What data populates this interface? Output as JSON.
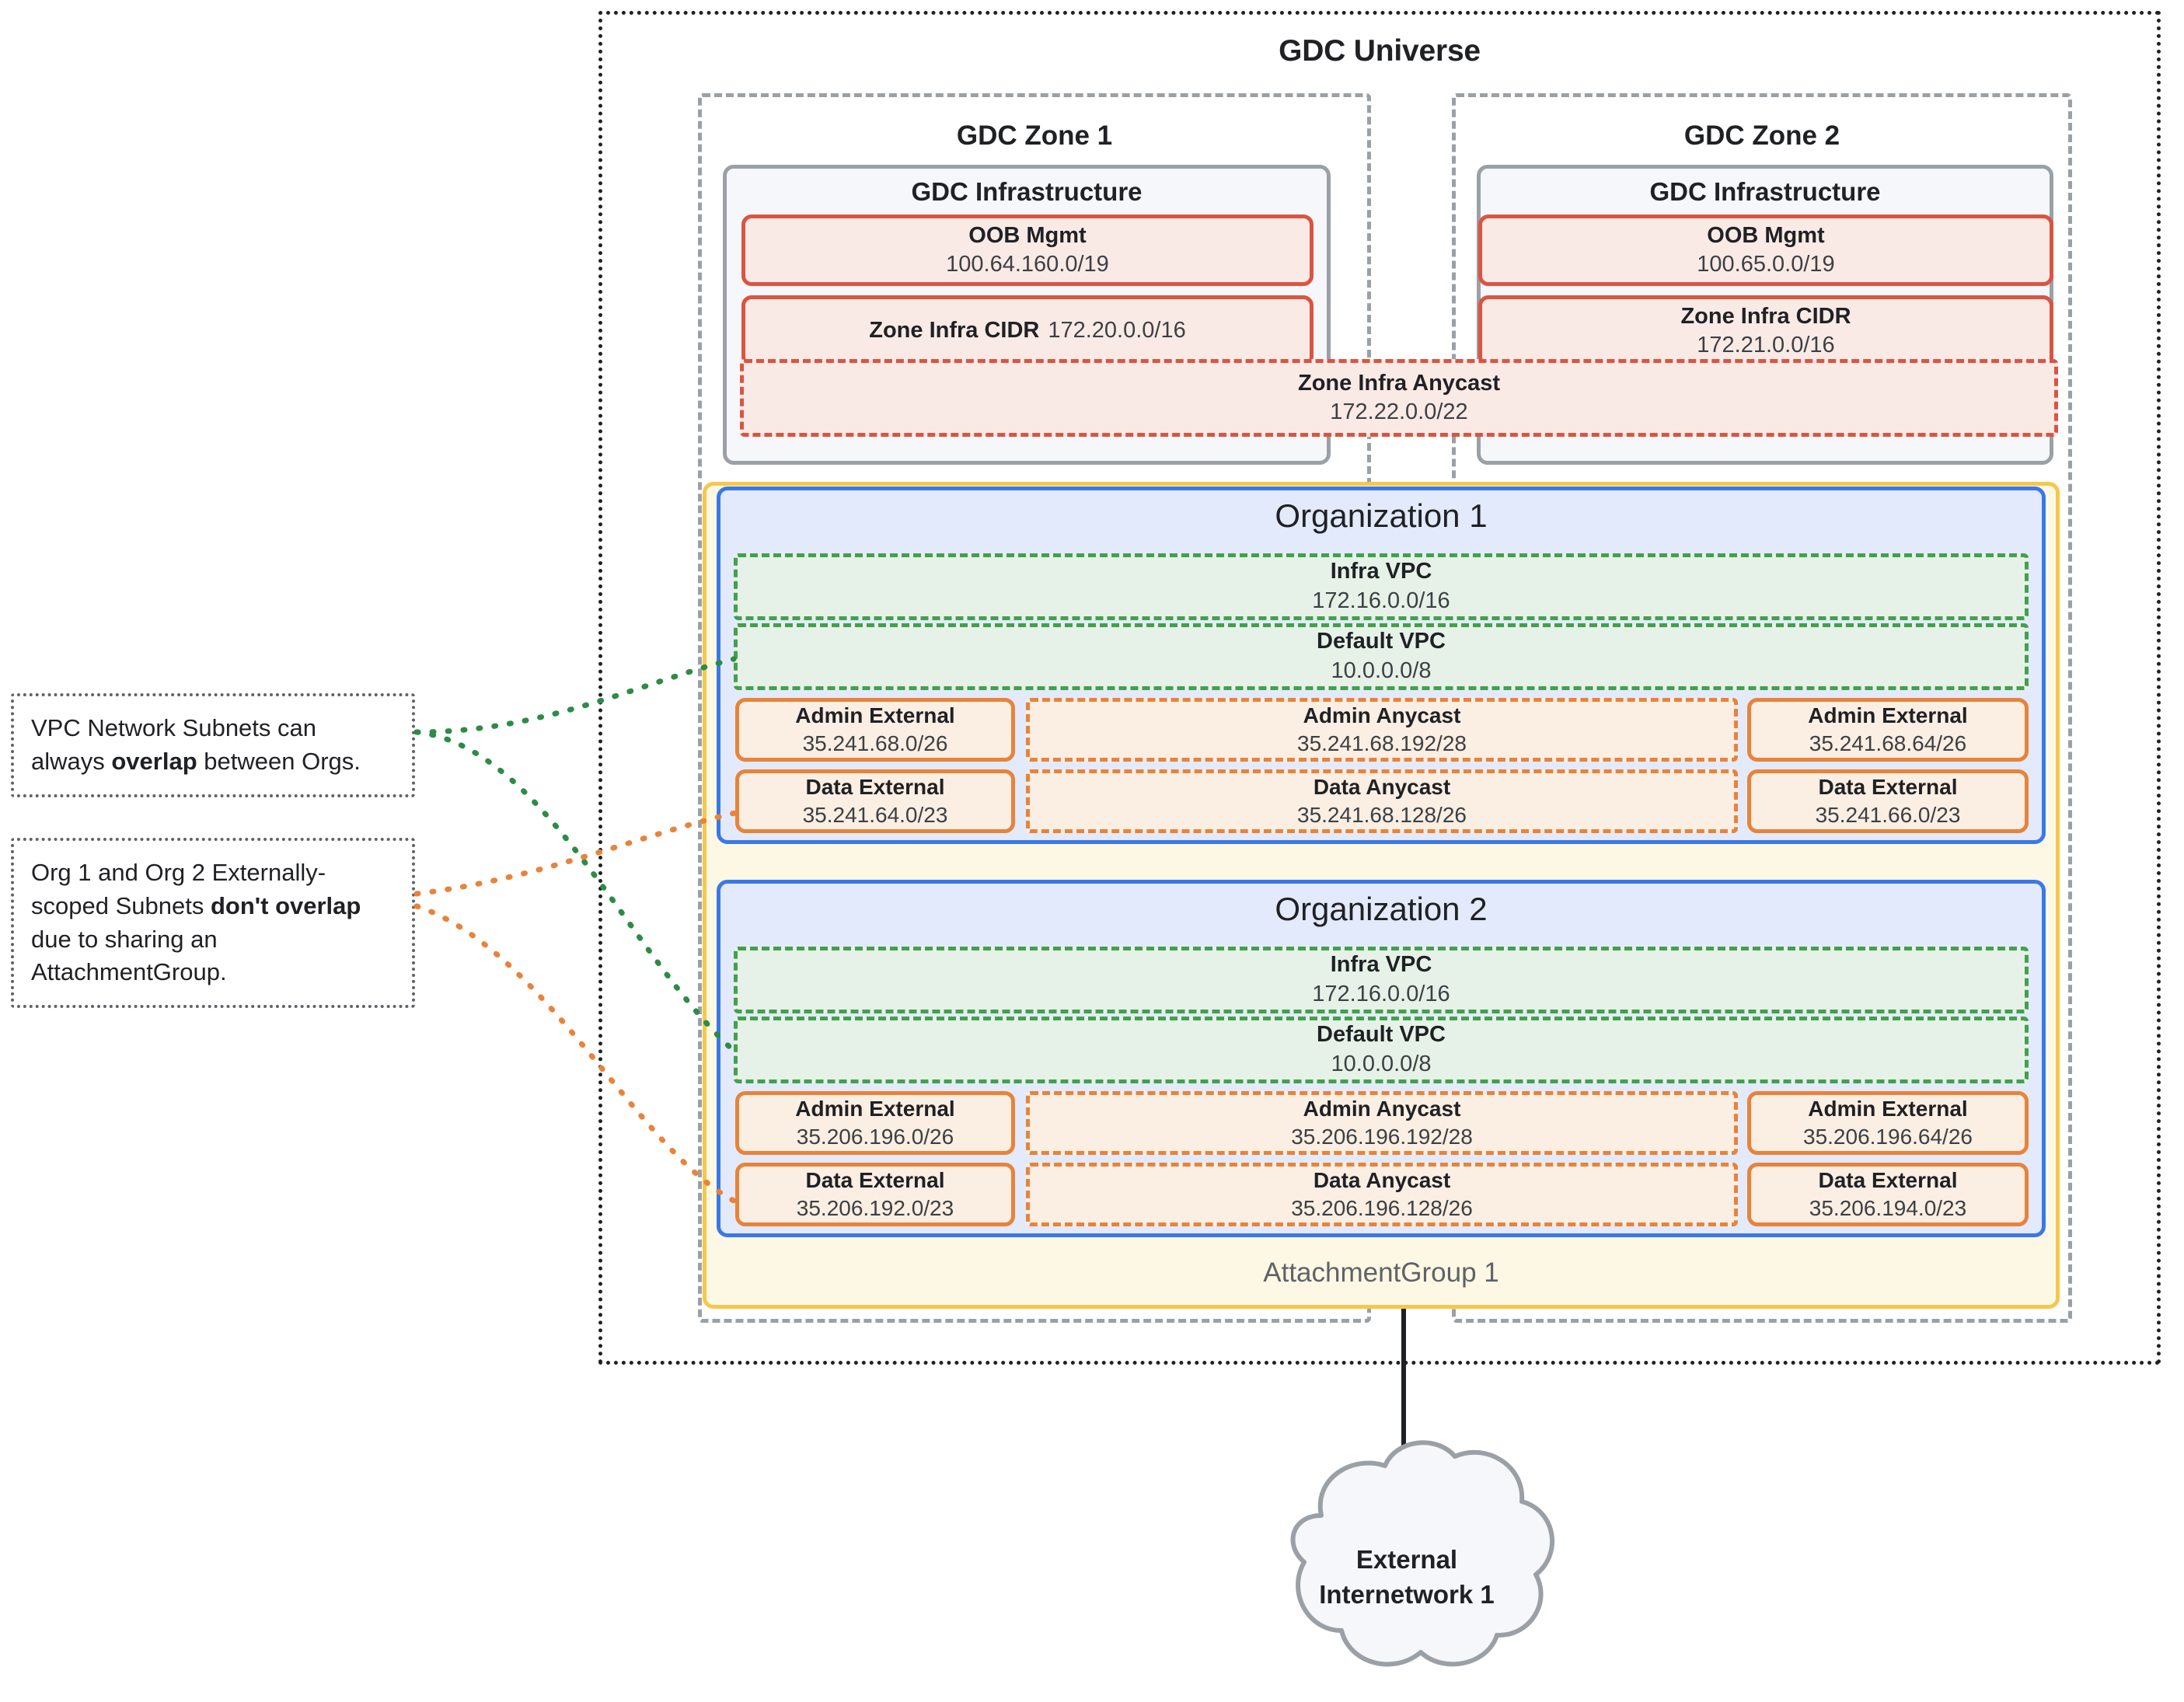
{
  "universe": {
    "title": "GDC Universe"
  },
  "zones": [
    {
      "title": "GDC Zone 1",
      "infra_title": "GDC Infrastructure",
      "oob": {
        "label": "OOB Mgmt",
        "cidr": "100.64.160.0/19"
      },
      "zone_infra_cidr": {
        "label": "Zone Infra CIDR",
        "cidr": "172.20.0.0/16"
      }
    },
    {
      "title": "GDC Zone 2",
      "infra_title": "GDC Infrastructure",
      "oob": {
        "label": "OOB Mgmt",
        "cidr": "100.65.0.0/19"
      },
      "zone_infra_cidr": {
        "label": "Zone Infra CIDR",
        "cidr": "172.21.0.0/16"
      }
    }
  ],
  "zone_infra_anycast": {
    "label": "Zone Infra Anycast",
    "cidr": "172.22.0.0/22"
  },
  "attachment_group": {
    "label": "AttachmentGroup 1"
  },
  "organizations": [
    {
      "title": "Organization 1",
      "infra_vpc": {
        "label": "Infra VPC",
        "cidr": "172.16.0.0/16"
      },
      "default_vpc": {
        "label": "Default VPC",
        "cidr": "10.0.0.0/8"
      },
      "admin_external_left": {
        "label": "Admin External",
        "cidr": "35.241.68.0/26"
      },
      "admin_anycast": {
        "label": "Admin Anycast",
        "cidr": "35.241.68.192/28"
      },
      "admin_external_right": {
        "label": "Admin External",
        "cidr": "35.241.68.64/26"
      },
      "data_external_left": {
        "label": "Data External",
        "cidr": "35.241.64.0/23"
      },
      "data_anycast": {
        "label": "Data Anycast",
        "cidr": "35.241.68.128/26"
      },
      "data_external_right": {
        "label": "Data External",
        "cidr": "35.241.66.0/23"
      }
    },
    {
      "title": "Organization 2",
      "infra_vpc": {
        "label": "Infra VPC",
        "cidr": "172.16.0.0/16"
      },
      "default_vpc": {
        "label": "Default VPC",
        "cidr": "10.0.0.0/8"
      },
      "admin_external_left": {
        "label": "Admin External",
        "cidr": "35.206.196.0/26"
      },
      "admin_anycast": {
        "label": "Admin Anycast",
        "cidr": "35.206.196.192/28"
      },
      "admin_external_right": {
        "label": "Admin External",
        "cidr": "35.206.196.64/26"
      },
      "data_external_left": {
        "label": "Data External",
        "cidr": "35.206.192.0/23"
      },
      "data_anycast": {
        "label": "Data Anycast",
        "cidr": "35.206.196.128/26"
      },
      "data_external_right": {
        "label": "Data External",
        "cidr": "35.206.194.0/23"
      }
    }
  ],
  "callouts": [
    {
      "text_before": "VPC Network Subnets can always ",
      "emphasis": "overlap",
      "text_after": " between Orgs."
    },
    {
      "text_before": "Org 1 and Org 2 Externally-scoped Subnets ",
      "emphasis": "don't overlap",
      "text_after": " due to sharing an AttachmentGroup."
    }
  ],
  "external_network": {
    "line1": "External",
    "line2": "Internetwork 1"
  },
  "colors": {
    "universe_border": "#202124",
    "zone_border": "#9aa0a6",
    "infra_border": "#9aa0a6",
    "infra_fill": "#f5f7fa",
    "red_border": "#db5442",
    "red_fill": "#faeae6",
    "org_border": "#3b78e7",
    "org_fill": "#e3eafc",
    "green_border": "#43a04c",
    "green_fill": "#e6f2e8",
    "orange_border": "#e8833a",
    "orange_fill": "#fbeee3",
    "attachment_border": "#f5c84c",
    "attachment_fill": "#fdf8e4",
    "cloud_fill": "#f5f7fa",
    "cloud_border": "#9aa0a6"
  }
}
